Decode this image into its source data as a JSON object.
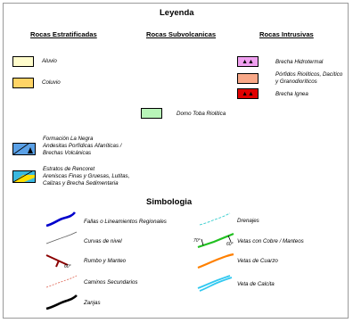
{
  "legend": {
    "title": "Leyenda",
    "headers": {
      "stratified": "Rocas Estratificadas",
      "subvolcanic": "Rocas Subvolcanicas",
      "intrusive": "Rocas Intrusivas"
    },
    "units": {
      "aluvio": {
        "label": "Aluvio",
        "color": "#fffccc"
      },
      "coluvio": {
        "label": "Coluvio",
        "color": "#ffd466"
      },
      "domo": {
        "label": "Domo Toba Riolitica",
        "color": "#b8f5b8"
      },
      "brecha_hidrotermal": {
        "label": "Brecha Hidrotermal",
        "color": "#f0a0f0",
        "symbol": "▲▲"
      },
      "porfidos": {
        "lines": [
          "Pórfidos Riolíticos, Dacítico",
          "y Granodioríticos"
        ],
        "color": "#f8a888"
      },
      "brecha_ignea": {
        "label": "Brecha Ignea",
        "color": "#e00000",
        "symbol": "▲▲"
      },
      "la_negra": {
        "lines": [
          "Formación La Negra",
          "Andesitas Porfídicas Afaníticas /",
          "Brechas Volcánicas"
        ],
        "color": "#5aa0e6"
      },
      "rencoret": {
        "lines": [
          "Estratos de Rencoret",
          "Areniscas Finas y Gruesas, Lutitas,",
          "Calizas y Brecha Sedimentaria"
        ],
        "color": "#3ab8e0",
        "accent": "#ffe000"
      }
    }
  },
  "symbology": {
    "title": "Simbologia",
    "items": {
      "fallas": {
        "label": "Fallas o Lineamientos Regionales",
        "color": "#0000cc"
      },
      "curvas": {
        "label": "Curvas de nivel",
        "color": "#606060"
      },
      "rumbo": {
        "label": "Rumbo y Manteo",
        "color": "#8b0000",
        "dip": "60°"
      },
      "caminos": {
        "label": "Caminos Secundarios",
        "color": "#e07060"
      },
      "zanjas": {
        "label": "Zanjas",
        "color": "#000000"
      },
      "drenajes": {
        "label": "Drenajes",
        "color": "#40d0d0"
      },
      "vetas_cobre": {
        "label": "Vetas con Cobre / Manteos",
        "color": "#20c020",
        "dip_left": "70°",
        "dip_right": "60°"
      },
      "vetas_cuarzo": {
        "label": "Vetas de Cuarzo",
        "color": "#ff8000"
      },
      "veta_calcita": {
        "label": "Veta de Calcita",
        "color": "#30c8f0"
      }
    }
  }
}
